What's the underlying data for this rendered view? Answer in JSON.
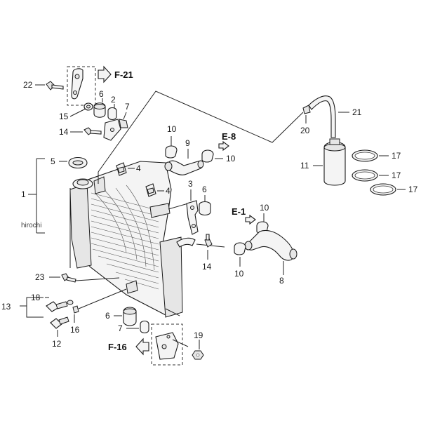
{
  "watermark": "hirochi",
  "callouts": {
    "c1": "1",
    "c2": "2",
    "c3": "3",
    "c4a": "4",
    "c4b": "4",
    "c5": "5",
    "c6a": "6",
    "c6b": "6",
    "c6c": "6",
    "c7a": "7",
    "c7b": "7",
    "c8": "8",
    "c9": "9",
    "c10a": "10",
    "c10b": "10",
    "c10c": "10",
    "c10d": "10",
    "c11": "11",
    "c12": "12",
    "c13": "13",
    "c14a": "14",
    "c14b": "14",
    "c15": "15",
    "c16": "16",
    "c17a": "17",
    "c17b": "17",
    "c17c": "17",
    "c18": "18",
    "c19": "19",
    "c20": "20",
    "c21": "21",
    "c22": "22",
    "c23": "23"
  },
  "refs": {
    "f21": "F-21",
    "e8": "E-8",
    "e1": "E-1",
    "f16": "F-16"
  }
}
